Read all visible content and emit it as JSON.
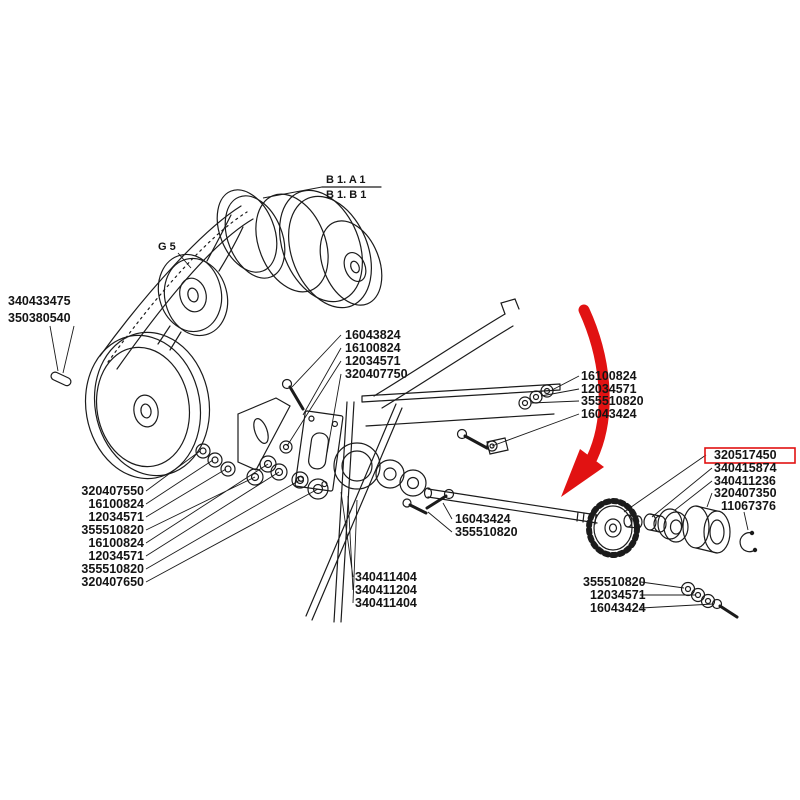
{
  "diagram": {
    "kind": "exploded-parts-diagram",
    "background": "#ffffff",
    "line_color": "#1b1b1b",
    "highlight_color": "#e11212",
    "highlighted_part": "320517450"
  },
  "labels": {
    "ref_top_a": "B 1. A 1",
    "ref_top_b": "B 1. B 1",
    "ref_g5": "G 5",
    "left_upper": [
      "340433475",
      "350380540"
    ],
    "mid_upper": [
      "16043824",
      "16100824",
      "12034571",
      "320407750"
    ],
    "right_upper": [
      "16100824",
      "12034571",
      "355510820",
      "16043424"
    ],
    "right_parts": [
      "320517450",
      "340415874",
      "340411236",
      "320407350",
      "11067376"
    ],
    "left_lower": [
      "320407550",
      "16100824",
      "12034571",
      "355510820",
      "16100824",
      "12034571",
      "355510820",
      "320407650"
    ],
    "center_lower": [
      "16043424",
      "355510820"
    ],
    "bottom_mid": [
      "340411404",
      "340411204",
      "340411404"
    ],
    "bottom_right": [
      "355510820",
      "12034571",
      "16043424"
    ]
  }
}
